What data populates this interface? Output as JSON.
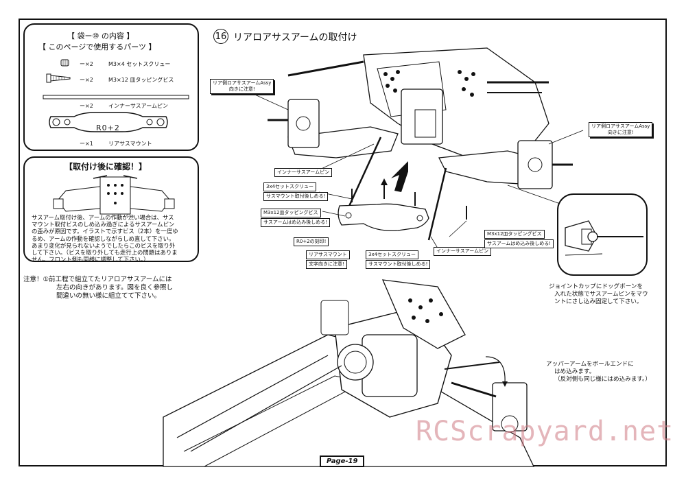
{
  "parts_box": {
    "title": "【 袋ー⑩ の内容 】",
    "subtitle": "【 このページで使用するパーツ 】",
    "items": [
      {
        "qty": "ー×2",
        "name": "M3×4 セットスクリュー"
      },
      {
        "qty": "ー×2",
        "name": "M3×12 皿タッピングビス"
      },
      {
        "qty": "ー×2",
        "name": "インナーサスアームピン"
      },
      {
        "qty": "ー×1",
        "name": "リアサスマウント",
        "stamp": "R0+2"
      }
    ]
  },
  "check_box": {
    "title": "【取付け後に確認！】",
    "body": [
      "サスアーム取付け後、アームの作動が渋い場合は、サス",
      "マウント取付ビスのしめ込み過ぎによるサスアームピン",
      "の歪みが原因です。イラストで示すビス（2本）を一度ゆ",
      "るめ、アームの作動を確認しながらしめ直して下さい。",
      "あまり変化が見られないようでしたらこのビスを取り外",
      "して下さい。（ビスを取り外しても走行上の問題はありま",
      "せん。フロント側も同様に調整して下さい。）"
    ]
  },
  "note": {
    "line1": "注意！①前工程で組立てたリアロアサスアームには",
    "line2": "左右の向きがあります。図を良く参照し",
    "line3": "間違いの無い様に組立てて下さい。"
  },
  "step": {
    "number": "16",
    "title": "リアロアサスアームの取付け"
  },
  "callouts": {
    "left_assy_1": "リア側ロアサスアームAssy",
    "left_assy_2": "向きに注意!",
    "right_assy_1": "リア側ロアサスアームAssy",
    "right_assy_2": "向きに注意!",
    "inner_pin_1": "インナーサスアームピン",
    "set_screw": "3x4セットスクリュー",
    "mount_screw_tighten": "サスマウント取付後しめる!",
    "m3x12_left": "M3x12皿タッピングビス",
    "arm_tighten_left": "サスアームはめ込み後しめる!",
    "r02_stamp": "R0+2の刻印!",
    "rear_mount": "リアサスマウント",
    "text_direction": "文字向きに注意!",
    "set_screw_2": "3x4セットスクリュー",
    "mount_screw_tighten_2": "サスマウント取付後しめる!",
    "inner_pin_2": "インナーサスアームピン",
    "m3x12_right": "M3x12皿タッピングビス",
    "arm_tighten_right": "サスアームはめ込み後しめる!"
  },
  "joint_note": {
    "line1": "ジョイントカップにドッグボーンを",
    "line2": "入れた状態でサスアームピンをマウ",
    "line3": "ントにさし込み固定して下さい。"
  },
  "upper_arm_note": {
    "line1": "アッパーアームをボールエンドに",
    "line2": "はめ込みます。",
    "line3": "（反対側も同じ様にはめ込みます。）"
  },
  "footer": {
    "page": "Page-19",
    "watermark": "RCScrapyard.net"
  }
}
